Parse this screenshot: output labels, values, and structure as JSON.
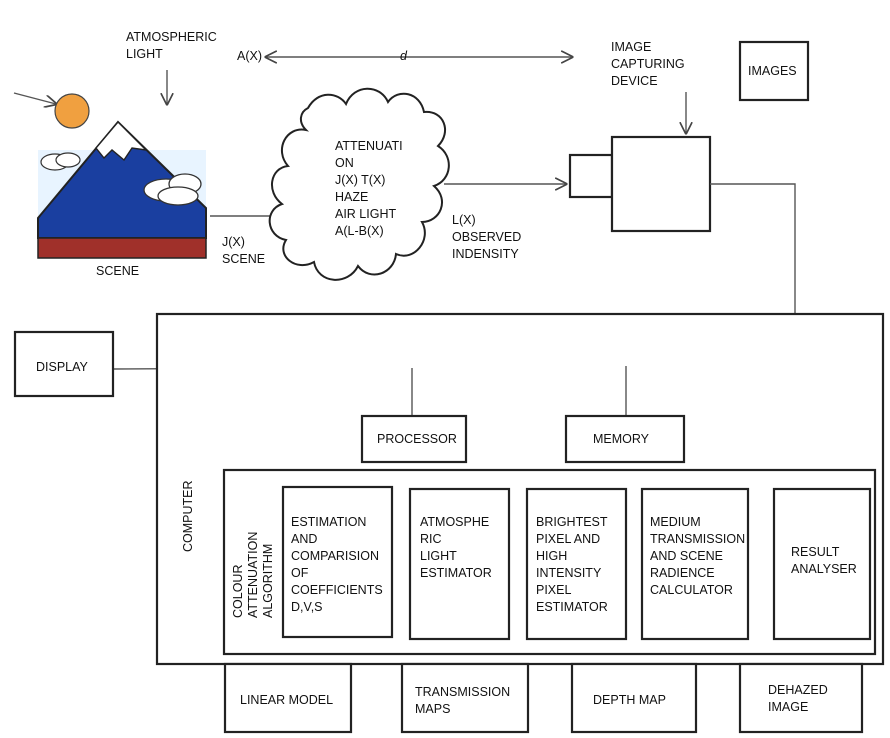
{
  "scene": {
    "caption": "SCENE",
    "atmospheric_light": [
      "ATMOSPHERIC",
      "LIGHT"
    ],
    "j_label": [
      "J(X)",
      "SCENE"
    ]
  },
  "distance": {
    "left": "A(X)",
    "mid": "d"
  },
  "cloud": {
    "lines": [
      "ATTENUATI",
      "ON",
      "J(X) T(X)",
      "HAZE",
      "AIR LIGHT",
      "A(L-B(X)"
    ]
  },
  "observed": {
    "lines": [
      "L(X)",
      "OBSERVED",
      "INDENSITY"
    ]
  },
  "camera": {
    "label": [
      "IMAGE",
      "CAPTURING",
      "DEVICE"
    ]
  },
  "images_box": "IMAGES",
  "display_box": "DISPLAY",
  "computer": {
    "label": "COMPUTER",
    "processor": "PROCESSOR",
    "memory": "MEMORY",
    "algorithm_label": [
      "COLOUR",
      "ATTENUATION",
      "ALGORITHM"
    ],
    "modules": [
      {
        "lines": [
          "ESTIMATION",
          "AND",
          "COMPARISION",
          "OF",
          "COEFFICIENTS",
          "D,V,S"
        ]
      },
      {
        "lines": [
          "ATMOSPHE",
          "RIC",
          "LIGHT",
          "ESTIMATOR"
        ]
      },
      {
        "lines": [
          "BRIGHTEST",
          "PIXEL AND",
          "HIGH",
          "INTENSITY",
          "PIXEL",
          "ESTIMATOR"
        ]
      },
      {
        "lines": [
          "MEDIUM",
          "TRANSMISSION",
          "AND SCENE",
          "RADIENCE",
          "CALCULATOR"
        ]
      },
      {
        "lines": [
          "RESULT",
          "ANALYSER"
        ]
      }
    ]
  },
  "outputs": [
    {
      "lines": [
        "LINEAR MODEL"
      ]
    },
    {
      "lines": [
        "TRANSMISSION",
        "MAPS"
      ]
    },
    {
      "lines": [
        "DEPTH MAP"
      ]
    },
    {
      "lines": [
        "DEHAZED",
        "IMAGE"
      ]
    }
  ],
  "colors": {
    "sun": "#f0a040",
    "mountain": "#1a3fa0",
    "snow": "#ffffff",
    "ground": "#a0302a",
    "sky": "#e8f4ff"
  }
}
